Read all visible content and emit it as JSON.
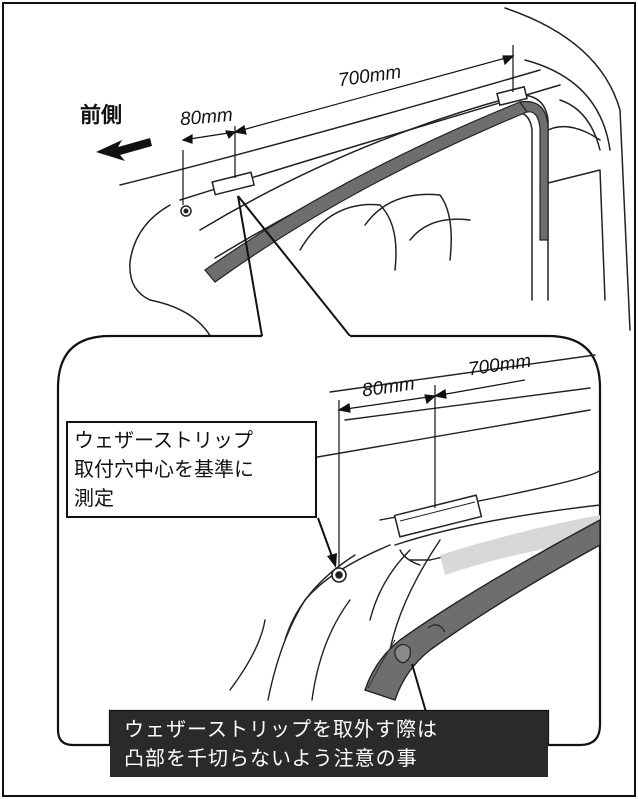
{
  "labels": {
    "front": "前側",
    "dim_top_long": "700mm",
    "dim_top_short": "80mm",
    "dim_detail_short": "80mm",
    "dim_detail_long": "700mm"
  },
  "note": {
    "line1": "ウェザーストリップ",
    "line2": "取付穴中心を基準に",
    "line3": "測定"
  },
  "caution": {
    "line1": "ウェザーストリップを取外す際は",
    "line2": "凸部を千切らないよう注意の事"
  },
  "colors": {
    "line": "#111111",
    "caution_bg": "#2a2a2a",
    "caution_text": "#ffffff",
    "strip_fill": "#6e6e6e"
  }
}
